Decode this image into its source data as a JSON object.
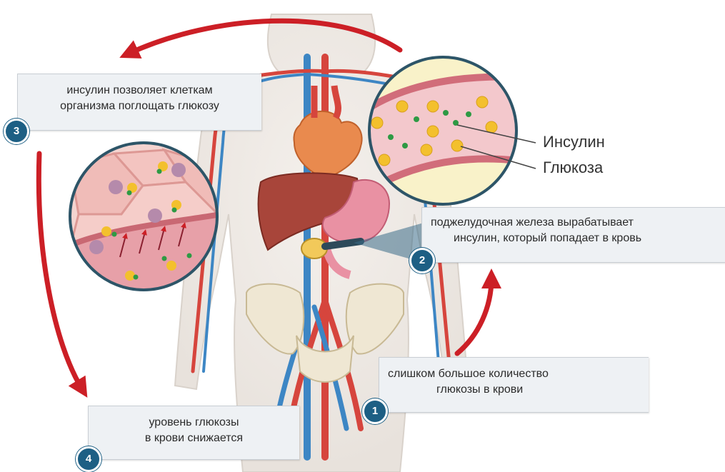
{
  "callouts": {
    "step1": {
      "number": "1",
      "lines": [
        "слишком большое количество",
        "глюкозы в крови"
      ]
    },
    "step2": {
      "number": "2",
      "lines": [
        "поджелудочная железа вырабатывает",
        "инсулин, который попадает в кровь"
      ]
    },
    "step3": {
      "number": "3",
      "lines": [
        "инсулин позволяет клеткам",
        "организма поглощать глюкозу"
      ]
    },
    "step4": {
      "number": "4",
      "lines": [
        "уровень глюкозы",
        "в крови снижается"
      ]
    }
  },
  "legend": {
    "insulin": "Инсулин",
    "glucose": "Глюкоза"
  },
  "colors": {
    "insulin_dot": "#2e9a44",
    "glucose_dot": "#f3c02d",
    "cycle_arrow": "#cc1f26",
    "badge": "#1d5f84",
    "artery": "#d6453d",
    "vein": "#3d86c4"
  }
}
